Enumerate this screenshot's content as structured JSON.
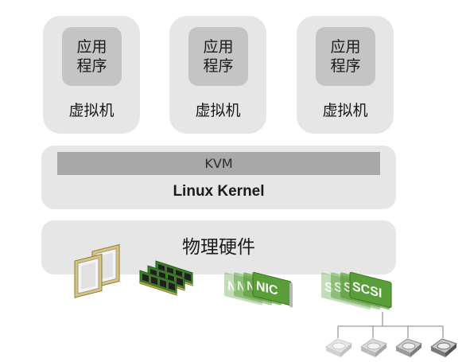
{
  "vms": [
    {
      "app_line1": "应用",
      "app_line2": "程序",
      "label": "虚拟机"
    },
    {
      "app_line1": "应用",
      "app_line2": "程序",
      "label": "虚拟机"
    },
    {
      "app_line1": "应用",
      "app_line2": "程序",
      "label": "虚拟机"
    }
  ],
  "kernel": {
    "kvm_label": "KVM",
    "title": "Linux Kernel"
  },
  "hardware": {
    "title": "物理硬件",
    "nic_letters": [
      "N",
      "N",
      "N",
      "NIC"
    ],
    "scsi_letters": [
      "S",
      "S",
      "S",
      "SCSI"
    ],
    "disk_count": 4
  },
  "colors": {
    "panel": "#e6e6e6",
    "app_box": "#c4c4c4",
    "kvm_bar": "#a8a8a8",
    "board_green": "#5a9e3a"
  }
}
